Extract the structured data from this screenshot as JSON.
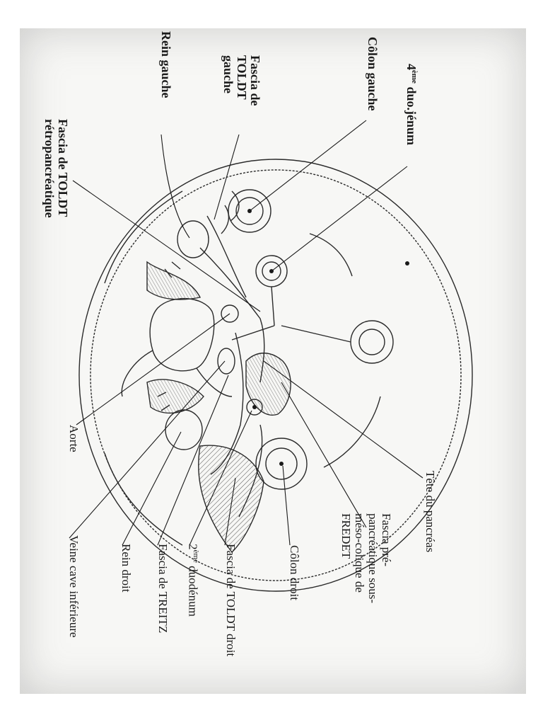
{
  "labels": {
    "jejunum": {
      "pre": "4",
      "sup": "ème",
      "post": " duo.jénum"
    },
    "colon_gauche": "Côlon gauche",
    "fascia_toldt_gauche": [
      "Fascia de",
      "TOLDT",
      "gauche"
    ],
    "rein_gauche": "Rein gauche",
    "fascia_toldt_retro": [
      "Fascia de TOLDT",
      "rétropancréatique"
    ],
    "tete_pancreas": "Tête du pancréas",
    "fascia_fredet": [
      "Fascia pré-",
      "pancréatique sous-",
      "méso-colique de",
      "FREDET"
    ],
    "colon_droit": "Côlon droit",
    "fascia_toldt_droit": "Fascia de TOLDT droit",
    "duodenum2": {
      "pre": "2",
      "sup": "ème",
      "post": " duodénum"
    },
    "fascia_treitz": "Fascia de TREITZ",
    "rein_droit": "Rein droit",
    "veine_cave": "Veine cave inférieure",
    "aorte": "Aorte"
  },
  "colors": {
    "ink": "#1a1a1a",
    "paper": "#f7f7f5",
    "shade": "#9a9a9a"
  }
}
